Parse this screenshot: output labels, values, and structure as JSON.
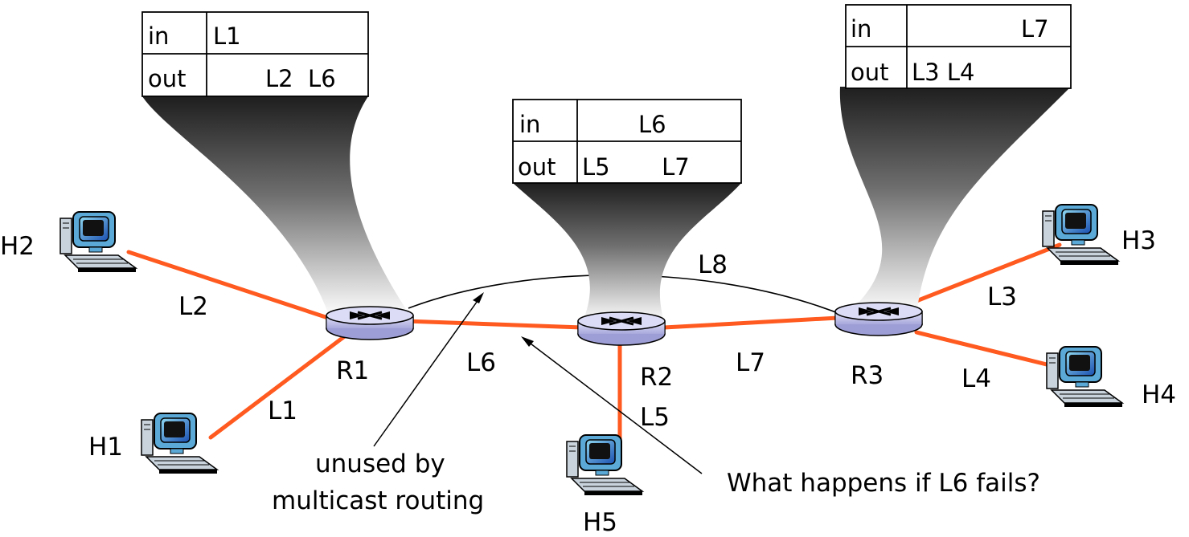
{
  "hosts": {
    "h1": "H1",
    "h2": "H2",
    "h3": "H3",
    "h4": "H4",
    "h5": "H5"
  },
  "routers": {
    "r1": "R1",
    "r2": "R2",
    "r3": "R3"
  },
  "links": {
    "l1": "L1",
    "l2": "L2",
    "l3": "L3",
    "l4": "L4",
    "l5": "L5",
    "l6": "L6",
    "l7": "L7",
    "l8": "L8"
  },
  "tables": {
    "r1": {
      "in_label": "in",
      "out_label": "out",
      "in_values": "L1",
      "out_values": "L2  L6"
    },
    "r2": {
      "in_label": "in",
      "out_label": "out",
      "in_values": "L6",
      "out_values": "L5       L7"
    },
    "r3": {
      "in_label": "in",
      "out_label": "out",
      "in_values": "L7",
      "out_values": "L3 L4"
    }
  },
  "annotations": {
    "unused_line1": "unused by",
    "unused_line2": "multicast routing",
    "question": "What happens if L6 fails?"
  },
  "colors": {
    "link": "#ff5a1f",
    "router_body": "#c8c8f0",
    "funnel_dark": "#1e1e1e"
  }
}
